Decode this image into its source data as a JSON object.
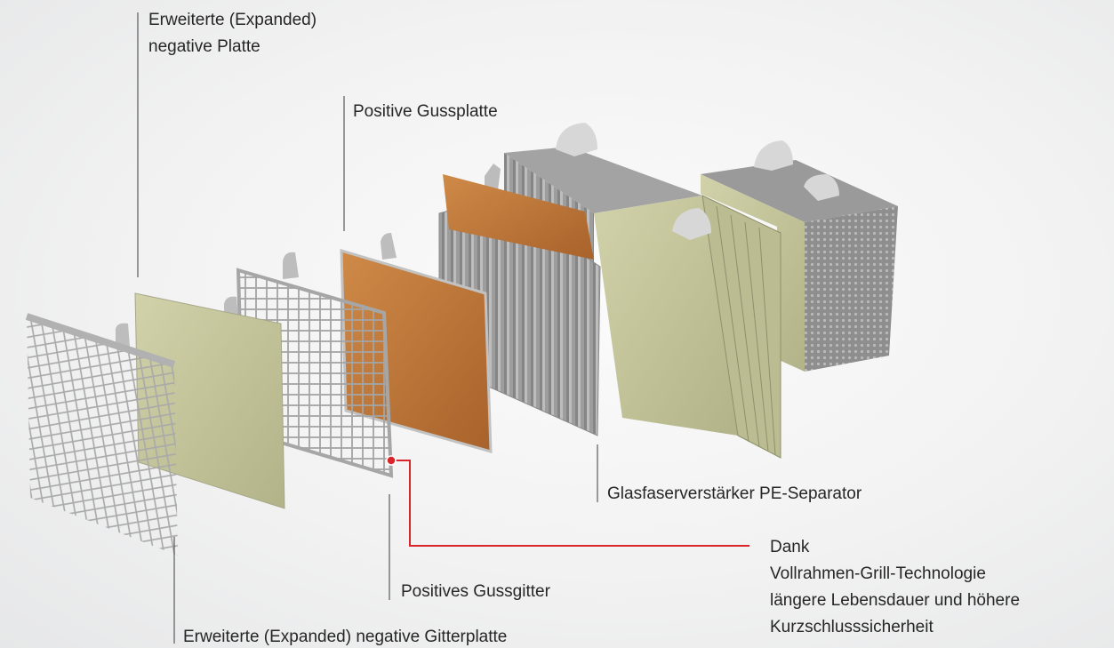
{
  "labels": {
    "expanded_negative_plate": [
      "Erweiterte (Expanded)",
      "negative Platte"
    ],
    "positive_cast_plate": "Positive Gussplatte",
    "separator": "Glasfaserverstärker PE-Separator",
    "positive_cast_grid": "Positives Gussgitter",
    "expanded_negative_grid_plate": "Erweiterte (Expanded) negative Gitterplatte",
    "benefit": [
      "Dank",
      "Vollrahmen-Grill-Technologie",
      "längere Lebensdauer und höhere",
      "Kurzschlusssicherheit"
    ]
  },
  "colors": {
    "callout_red": "#d9262b",
    "leader_gray": "#5a5a5a",
    "negative_plate": "#c6c69c",
    "positive_plate": "#c27a3c",
    "grid_gray": "#a6a6a6",
    "separator_gray": "#9b9b9b"
  }
}
